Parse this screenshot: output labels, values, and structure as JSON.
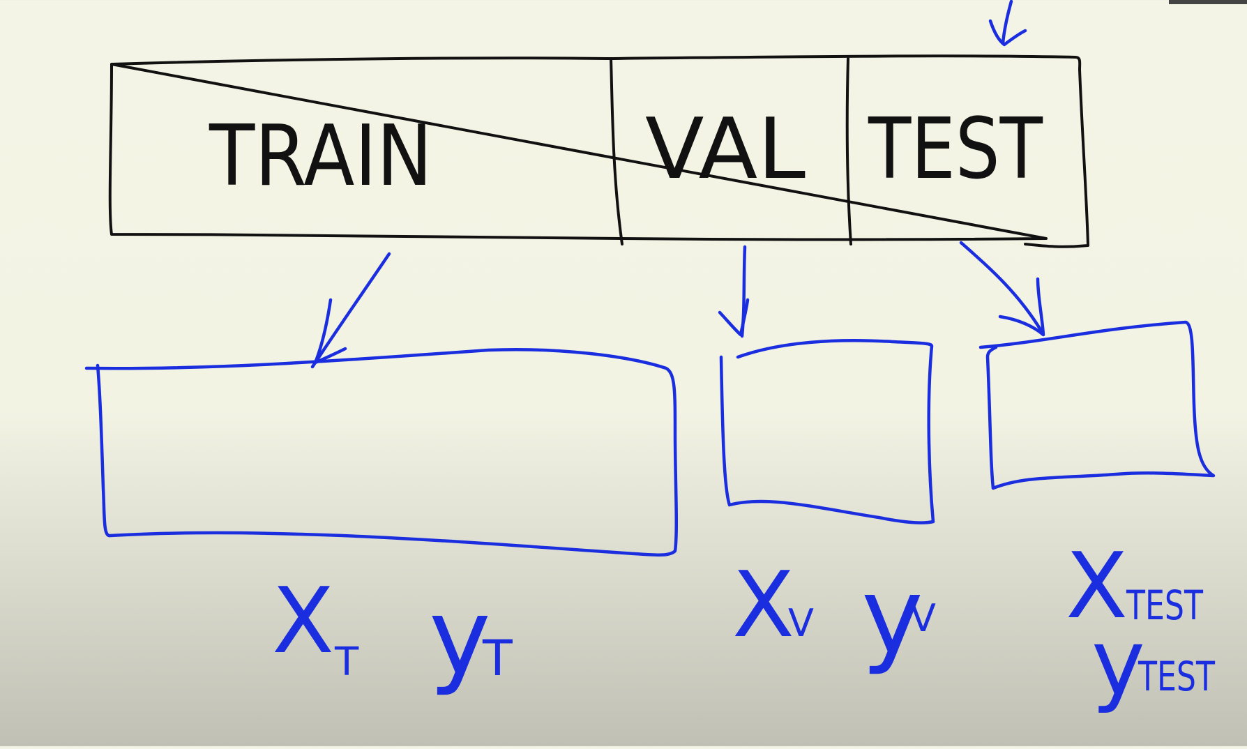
{
  "segments": {
    "train": "TRAIN",
    "val": "VAL",
    "test": "TEST"
  },
  "labels": {
    "train_x": "X",
    "train_x_sub": "T",
    "train_y": "y",
    "train_y_sub": "T",
    "val_x": "X",
    "val_x_sub": "V",
    "val_y": "y",
    "val_y_sub": "V",
    "test_x": "X",
    "test_x_sub": "TEST",
    "test_y": "y",
    "test_y_sub": "TEST"
  },
  "colors": {
    "ink_black": "#111111",
    "ink_blue": "#1a2ee0"
  }
}
